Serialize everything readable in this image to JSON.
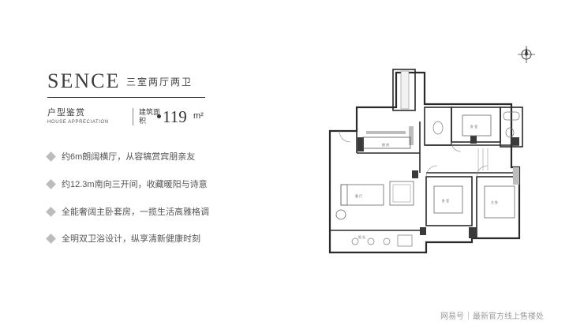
{
  "header": {
    "brand": "SENCE",
    "layout_type": "三室两厅两卫"
  },
  "info": {
    "label_cn": "户型鉴赏",
    "label_en": "HOUSE APPRECIATION",
    "area_label": "建筑面积",
    "area_value": "119",
    "area_unit": "m²"
  },
  "features": [
    "约6m朗阔横厅，从容犒赏宾朋亲友",
    "约12.3m南向三开间，收藏暖阳与诗意",
    "全能奢阔主卧套房，一揽生活高雅格调",
    "全明双卫浴设计，纵享清新健康时刻"
  ],
  "footer": {
    "site": "网易号",
    "text": "最新官方线上售楼处"
  },
  "icons": {
    "compass": "compass-icon",
    "bullet": "diamond-bullet-icon"
  },
  "colors": {
    "text": "#4a4a4a",
    "bullet": "#bcbcbc",
    "wall": "#2a2a2a",
    "accent_wall": "#555555"
  }
}
